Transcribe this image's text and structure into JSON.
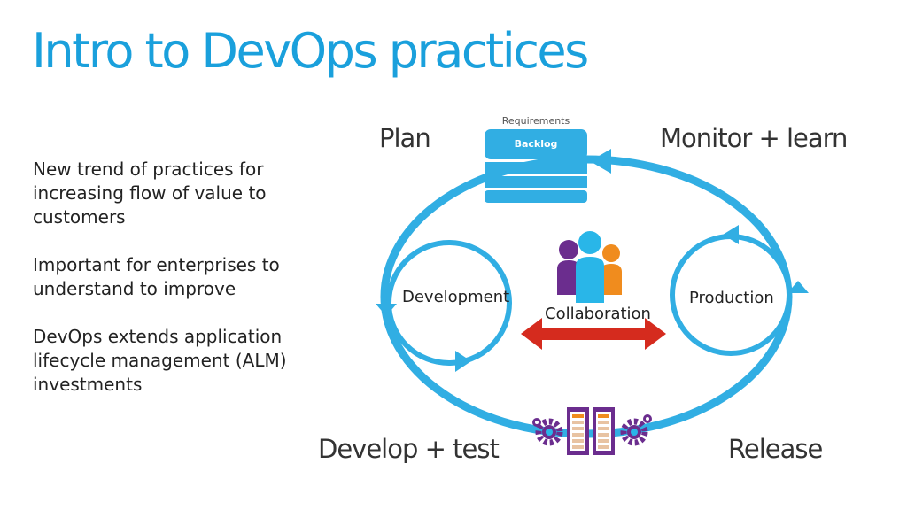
{
  "slide": {
    "title": "Intro to DevOps practices",
    "bullets": [
      "New trend of practices for increasing flow of value to customers",
      "Important for enterprises to understand to improve",
      "DevOps extends application lifecycle management (ALM) investments"
    ]
  },
  "diagram": {
    "plan": "Plan",
    "monitor": "Monitor + learn",
    "develop_test": "Develop + test",
    "release": "Release",
    "requirements": "Requirements",
    "backlog": "Backlog",
    "development": "Development",
    "production": "Production",
    "collaboration": "Collaboration"
  },
  "colors": {
    "title": "#1aa0dc",
    "cycle": "#31aee3",
    "collab_arrow": "#d52b1e",
    "person_purple": "#6b2d8e",
    "person_blue": "#29b6e8",
    "person_orange": "#f08c1e",
    "server_purple": "#6b2d8e"
  }
}
